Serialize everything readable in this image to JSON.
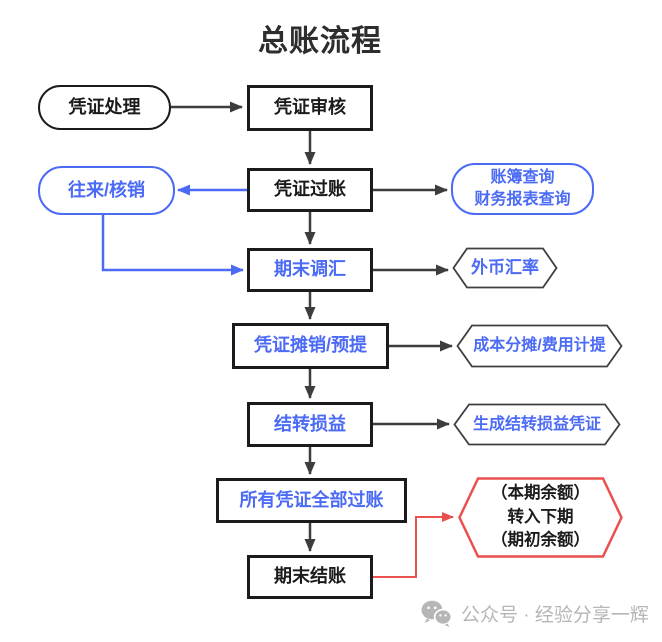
{
  "title": "总账流程",
  "nodes": {
    "start": {
      "label": "凭证处理"
    },
    "review": {
      "label": "凭证审核"
    },
    "posting": {
      "label": "凭证过账"
    },
    "arap": {
      "label": "往来/核销"
    },
    "ledger_query": {
      "line1": "账簿查询",
      "line2": "财务报表查询"
    },
    "fx_adjust": {
      "label": "期末调汇"
    },
    "fx_rate": {
      "label": "外币汇率"
    },
    "amortize": {
      "label": "凭证摊销/预提"
    },
    "cost_alloc": {
      "label": "成本分摊/费用计提"
    },
    "pl_carryover": {
      "label": "结转损益"
    },
    "pl_voucher": {
      "label": "生成结转损益凭证"
    },
    "all_posted": {
      "label": "所有凭证全部过账"
    },
    "closing": {
      "label": "期末结账"
    },
    "balance_carry": {
      "line1": "（本期余额）",
      "line2": "转入下期",
      "line3": "（期初余额）"
    }
  },
  "watermark": {
    "label": "公众号 · 经验分享一辉",
    "icon": "wechat-icon"
  },
  "colors": {
    "box_border_black": "#1b1b1b",
    "arrow_dark": "#3d3d3d",
    "accent_blue": "#4c6bf5",
    "accent_red": "#e9504e",
    "hexagon_border_dark": "#3c4043",
    "watermark_gray": "#b6b6b6",
    "title_color": "#2d2d2d",
    "background": "#ffffff"
  }
}
